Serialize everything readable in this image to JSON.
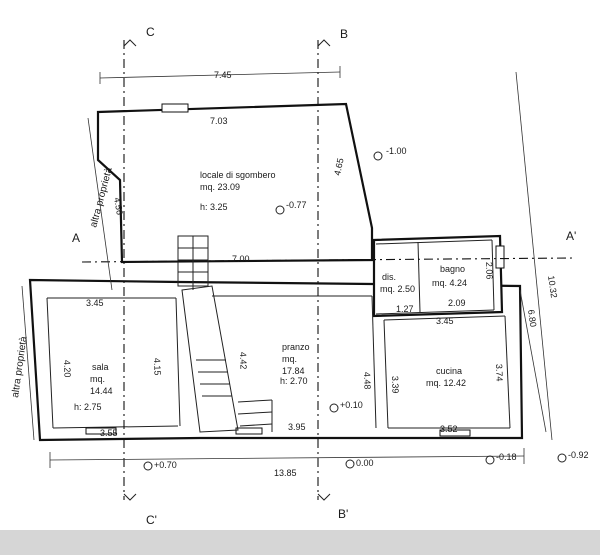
{
  "sections": {
    "c_top": "C",
    "b_top": "B",
    "c_bottom": "C'",
    "b_bottom": "B'",
    "a_left": "A",
    "a_right": "A'"
  },
  "notes": {
    "altra_top": "altra proprietà",
    "altra_left": "altra proprietà"
  },
  "rooms": {
    "sgombero": {
      "name": "locale di sgombero",
      "area": "mq. 23.09",
      "height": "h: 3.25"
    },
    "sala": {
      "name": "sala",
      "area_label": "mq.",
      "area": "14.44",
      "height": "h: 2.75"
    },
    "pranzo": {
      "name": "pranzo",
      "area_label": "mq.",
      "area": "17.84",
      "height": "h: 2.70"
    },
    "cucina": {
      "name": "cucina",
      "area": "mq. 12.42"
    },
    "dis": {
      "name": "dis.",
      "area": "mq. 2.50"
    },
    "bagno": {
      "name": "bagno",
      "area": "mq. 4.24"
    }
  },
  "dimensions": {
    "d745": "7.45",
    "d703": "7.03",
    "d700": "7.00",
    "d456": "4.56",
    "d465": "4.65",
    "d345a": "3.45",
    "d420": "4.20",
    "d415": "4.15",
    "d355": "3.55",
    "d442": "4.42",
    "d448": "4.48",
    "d395": "3.95",
    "d345b": "3.45",
    "d339": "3.39",
    "d374": "3.74",
    "d352": "3.52",
    "d127": "1.27",
    "d209": "2.09",
    "d206": "2.06",
    "d680": "6.80",
    "d1032": "10.32",
    "d1385": "13.85"
  },
  "levels": {
    "l100": "-1.00",
    "l077": "-0.77",
    "l010": "+0.10",
    "l070": "+0.70",
    "l000": "0.00",
    "l018": "-0.18",
    "l092": "-0.92"
  }
}
